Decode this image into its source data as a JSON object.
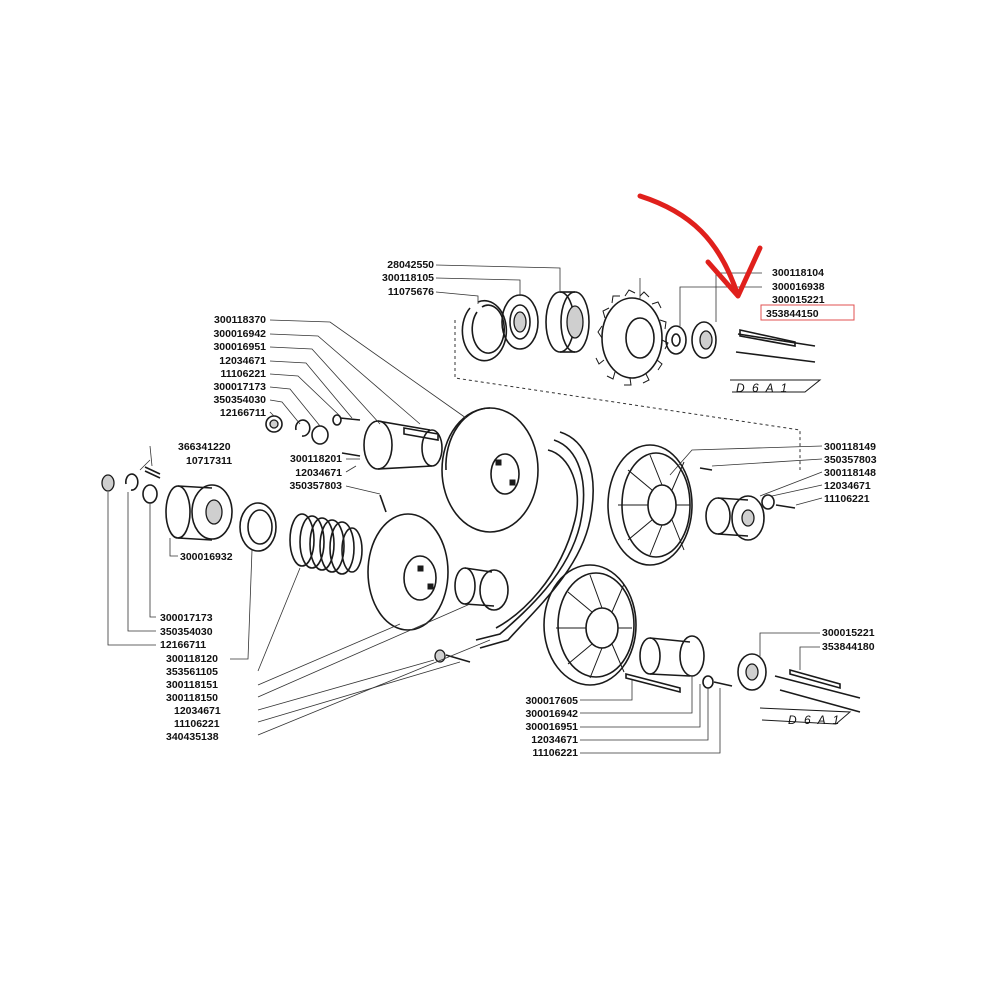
{
  "labels": {
    "top_left": [
      "28042550",
      "300118105",
      "11075676"
    ],
    "top_right": [
      "300118104",
      "300016938",
      "300015221",
      "353844150"
    ],
    "left_upper": [
      "300118370",
      "300016942",
      "300016951",
      "12034671",
      "11106221",
      "300017173",
      "350354030",
      "12166711"
    ],
    "mid_upper": [
      "300118201",
      "12034671",
      "350357803"
    ],
    "left_top": [
      "366341220",
      "10717311"
    ],
    "left_mid": [
      "300016932"
    ],
    "left_bottom": [
      "300017173",
      "350354030",
      "12166711",
      "300118120",
      "353561105",
      "300118151",
      "300118150",
      "12034671",
      "11106221",
      "340435138"
    ],
    "right_middle": [
      "300118149",
      "350357803",
      "300118148",
      "12034671",
      "11106221"
    ],
    "bottom_right": [
      "300015221",
      "353844180"
    ],
    "bottom_center": [
      "300017605",
      "300016942",
      "300016951",
      "12034671",
      "11106221"
    ]
  },
  "section_tags": [
    "D 6 A 1",
    "D 6 A 1"
  ],
  "highlight": {
    "part": "353844150",
    "box_color": "#e05050",
    "arrow_color": "#e0201c"
  }
}
